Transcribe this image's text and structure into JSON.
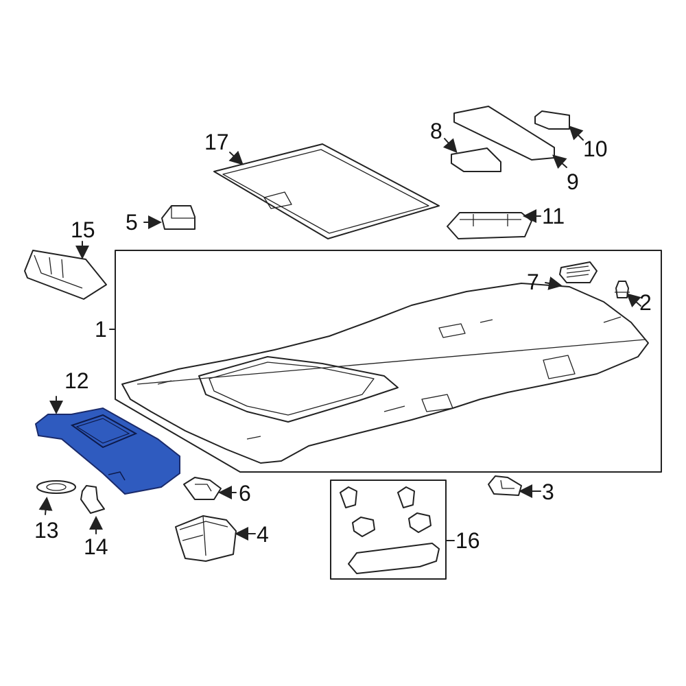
{
  "diagram": {
    "highlight_color": "#2f5bbf",
    "callouts": [
      "1",
      "2",
      "3",
      "4",
      "5",
      "6",
      "7",
      "8",
      "9",
      "10",
      "11",
      "12",
      "13",
      "14",
      "15",
      "16",
      "17"
    ],
    "highlighted_part": "12"
  }
}
